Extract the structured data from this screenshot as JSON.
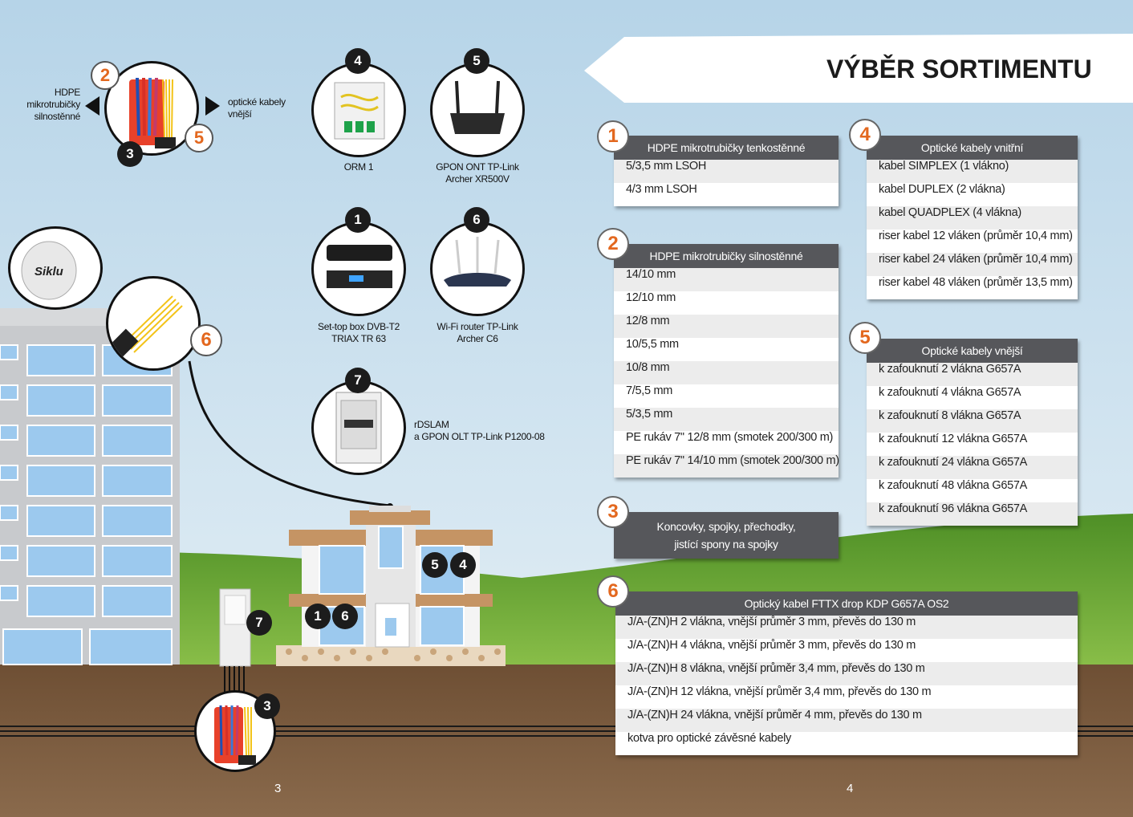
{
  "title": "VÝBĚR SORTIMENTU",
  "page_numbers": {
    "left": "3",
    "right": "4"
  },
  "devices": [
    {
      "num": "4",
      "caption_lines": [
        "ORM 1"
      ]
    },
    {
      "num": "5",
      "caption_lines": [
        "GPON ONT TP-Link",
        "Archer XR500V"
      ]
    },
    {
      "num": "1",
      "caption_lines": [
        "Set-top box DVB-T2",
        "TRIAX TR 63"
      ]
    },
    {
      "num": "6",
      "caption_lines": [
        "Wi-Fi router TP-Link",
        "Archer C6"
      ]
    },
    {
      "num": "7",
      "caption_lines": [
        "rDSLAM",
        "a GPON OLT TP-Link P1200-08"
      ]
    }
  ],
  "legend": {
    "left_label": [
      "HDPE",
      "mikrotrubičky",
      "silnostěnné"
    ],
    "right_label": [
      "optické kabely",
      "vnější"
    ],
    "badges": [
      "2",
      "3",
      "5"
    ]
  },
  "scene_badges": {
    "fiber_circle": "6",
    "house_upper": [
      "5",
      "4"
    ],
    "house_lower": [
      "1",
      "6"
    ],
    "cabinet": "7",
    "ground": "3",
    "dish_logo": "Siklu"
  },
  "panels": [
    {
      "num": "1",
      "header": "HDPE mikrotrubičky tenkostěnné",
      "rows": [
        "5/3,5 mm LSOH",
        "4/3 mm LSOH"
      ]
    },
    {
      "num": "2",
      "header": "HDPE mikrotrubičky silnostěnné",
      "rows": [
        "14/10 mm",
        "12/10 mm",
        "12/8 mm",
        "10/5,5 mm",
        "10/8 mm",
        "7/5,5 mm",
        "5/3,5 mm",
        "PE rukáv 7\" 12/8 mm (smotek 200/300 m)",
        "PE rukáv 7\" 14/10 mm (smotek 200/300 m)"
      ]
    },
    {
      "num": "3",
      "header_lines": [
        "Koncovky, spojky, přechodky,",
        "jistící spony na spojky"
      ]
    },
    {
      "num": "4",
      "header": "Optické kabely vnitřní",
      "rows": [
        "kabel SIMPLEX (1 vlákno)",
        "kabel DUPLEX (2 vlákna)",
        "kabel QUADPLEX (4 vlákna)",
        "riser kabel 12 vláken (průměr 10,4 mm)",
        "riser kabel 24 vláken (průměr 10,4 mm)",
        "riser kabel 48 vláken (průměr 13,5 mm)"
      ]
    },
    {
      "num": "5",
      "header": "Optické kabely vnější",
      "rows": [
        "k zafouknutí 2 vlákna G657A",
        "k zafouknutí 4 vlákna G657A",
        "k zafouknutí 8 vlákna G657A",
        "k zafouknutí 12 vlákna G657A",
        "k zafouknutí 24 vlákna G657A",
        "k zafouknutí 48 vlákna G657A",
        "k zafouknutí 96 vlákna G657A"
      ]
    },
    {
      "num": "6",
      "header": "Optický kabel FTTX drop KDP G657A OS2",
      "rows": [
        "J/A-(ZN)H 2 vlákna, vnější průměr 3 mm, převěs do 130 m",
        "J/A-(ZN)H 4 vlákna, vnější průměr 3 mm, převěs do 130 m",
        "J/A-(ZN)H 8 vlákna, vnější průměr 3,4 mm, převěs do 130 m",
        "J/A-(ZN)H 12 vlákna, vnější průměr 3,4 mm, převěs do 130 m",
        "J/A-(ZN)H 24 vlákna, vnější průměr 4 mm, převěs do 130 m",
        "kotva pro optické závěsné kabely"
      ]
    }
  ],
  "colors": {
    "accent": "#e3681f",
    "panel_header": "#56575b",
    "ground": "#7a5a3e",
    "grass": "#5e9a2c"
  }
}
